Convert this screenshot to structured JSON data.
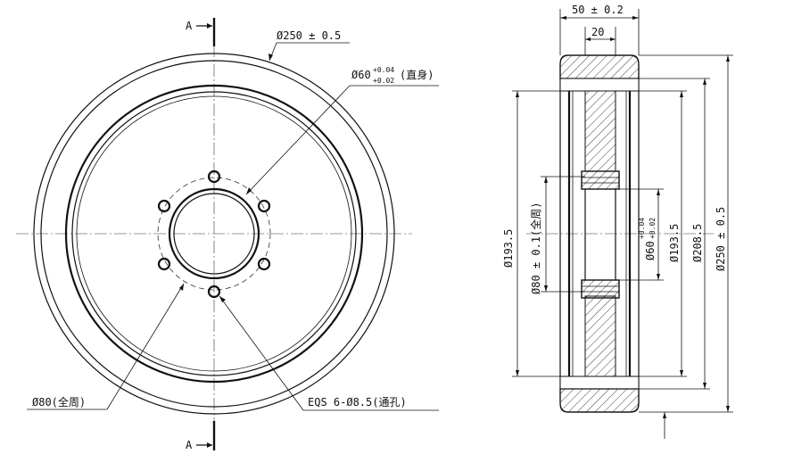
{
  "section_marks": {
    "top": "A",
    "bottom": "A"
  },
  "front_view": {
    "od_label": "Ø250 ± 0.5",
    "bore_label": "Ø60",
    "bore_tol_upper": "+0.04",
    "bore_tol_lower": "+0.02",
    "bore_note": "(直身)",
    "pcd_label": "Ø80(全周)",
    "holes_label": "EQS 6-Ø8.5(通孔)"
  },
  "section_view": {
    "width_label": "50 ± 0.2",
    "hub_width_label": "20",
    "left_dia_label": "Ø193.5",
    "pcd_vert_label": "Ø80 ± 0.1(全周)",
    "bore_vert_label": "Ø60",
    "bore_vert_tol_upper": "+0.04",
    "bore_vert_tol_lower": "+0.02",
    "dia_193_label": "Ø193.5",
    "dia_208_label": "Ø208.5",
    "od_vert_label": "Ø250 ± 0.5"
  }
}
